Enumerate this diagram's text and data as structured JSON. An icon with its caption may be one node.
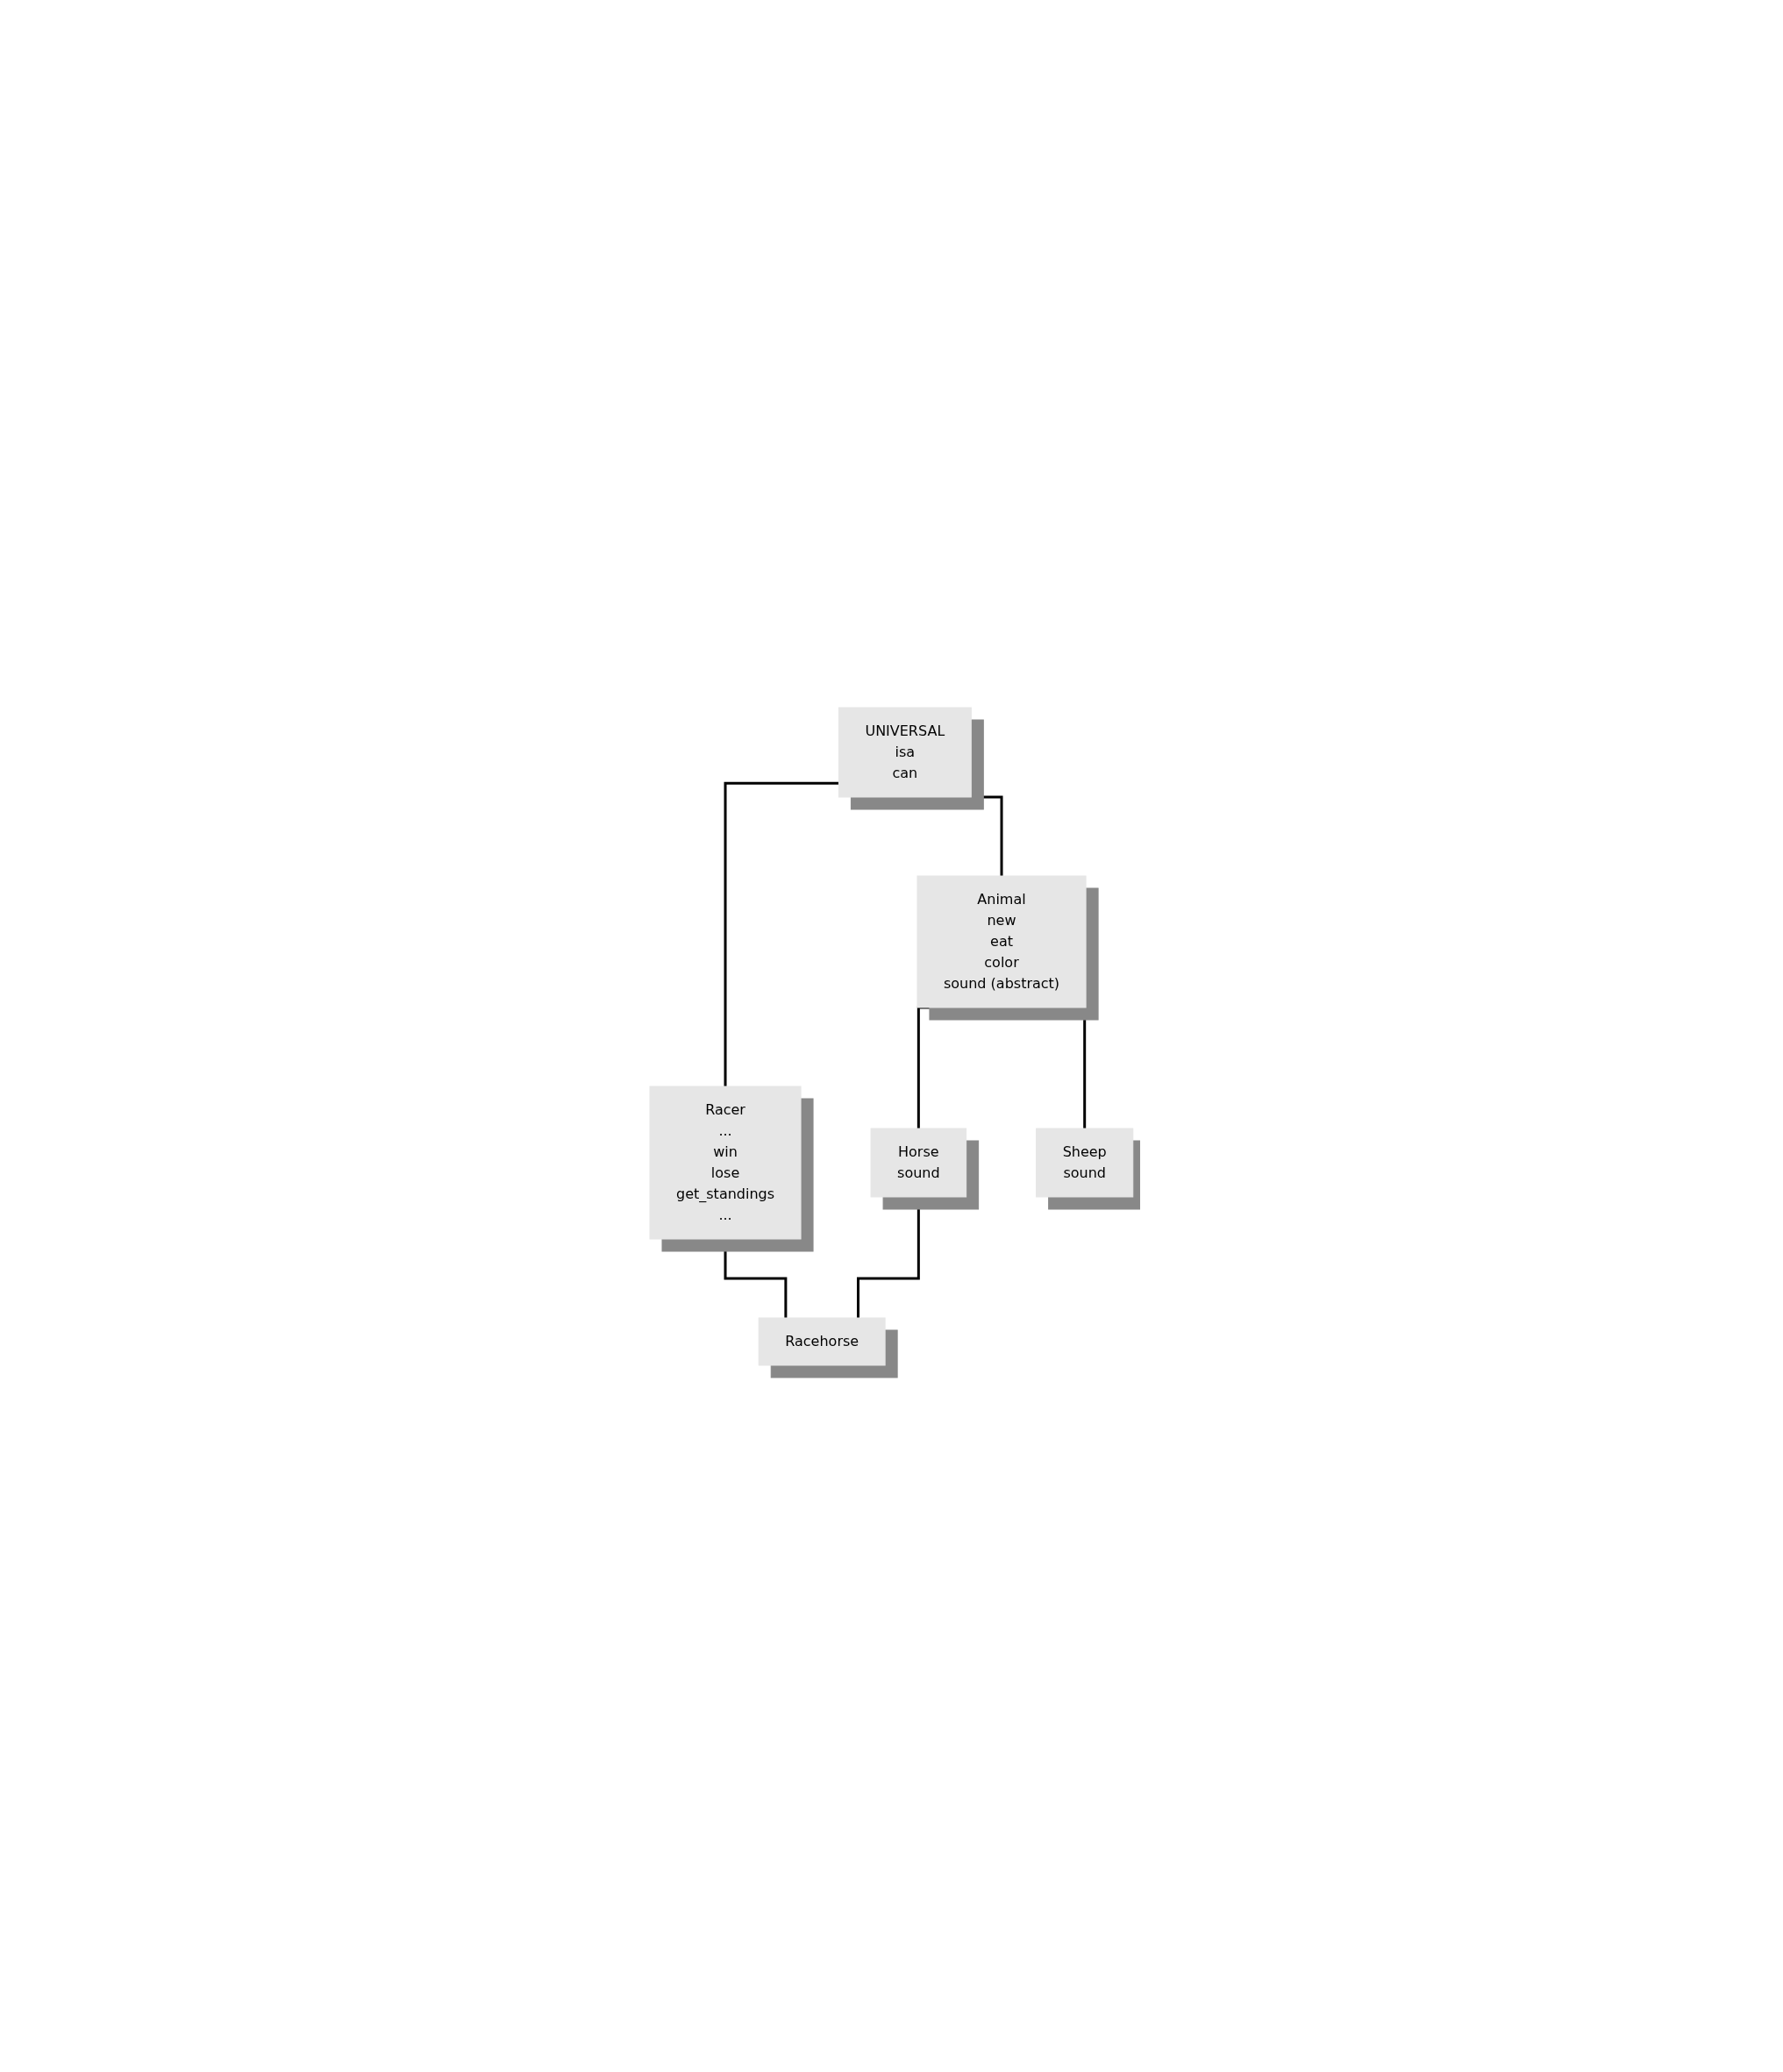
{
  "diagram": {
    "nodes": [
      {
        "text": [
          "UNIVERSAL",
          "isa",
          "can"
        ]
      },
      {
        "text": [
          "Animal",
          "new",
          "eat",
          "color",
          "sound (abstract)"
        ]
      },
      {
        "text": [
          "Racer",
          "...",
          "win",
          "lose",
          "get_standings",
          "..."
        ]
      },
      {
        "text": [
          "Horse",
          "sound"
        ]
      },
      {
        "text": [
          "Sheep",
          "sound"
        ]
      },
      {
        "text": [
          "Racehorse"
        ]
      }
    ],
    "edges": [
      {
        "from": 0,
        "to": 1,
        "arrow": "none"
      },
      {
        "from": 0,
        "to": 2,
        "arrow": "none"
      },
      {
        "from": 1,
        "to": 3,
        "arrow": "none"
      },
      {
        "from": 1,
        "to": 4,
        "arrow": "none"
      },
      {
        "from": 2,
        "to": 5,
        "arrow": "none"
      },
      {
        "from": 3,
        "to": 5,
        "arrow": "none"
      }
    ]
  }
}
